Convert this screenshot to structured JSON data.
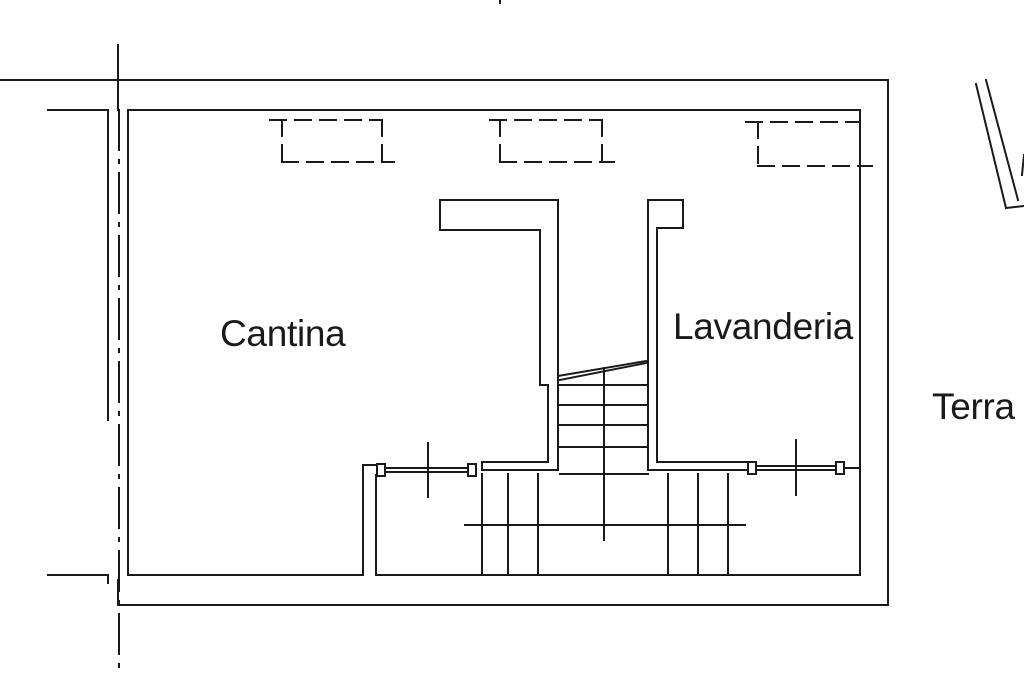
{
  "floorplan": {
    "rooms": [
      {
        "key": "cantina",
        "label": "Cantina"
      },
      {
        "key": "lavanderia",
        "label": "Lavanderia"
      },
      {
        "key": "terra",
        "label": "Terra"
      }
    ],
    "colors": {
      "wall": "#1a1a1a",
      "background": "#ffffff"
    }
  }
}
